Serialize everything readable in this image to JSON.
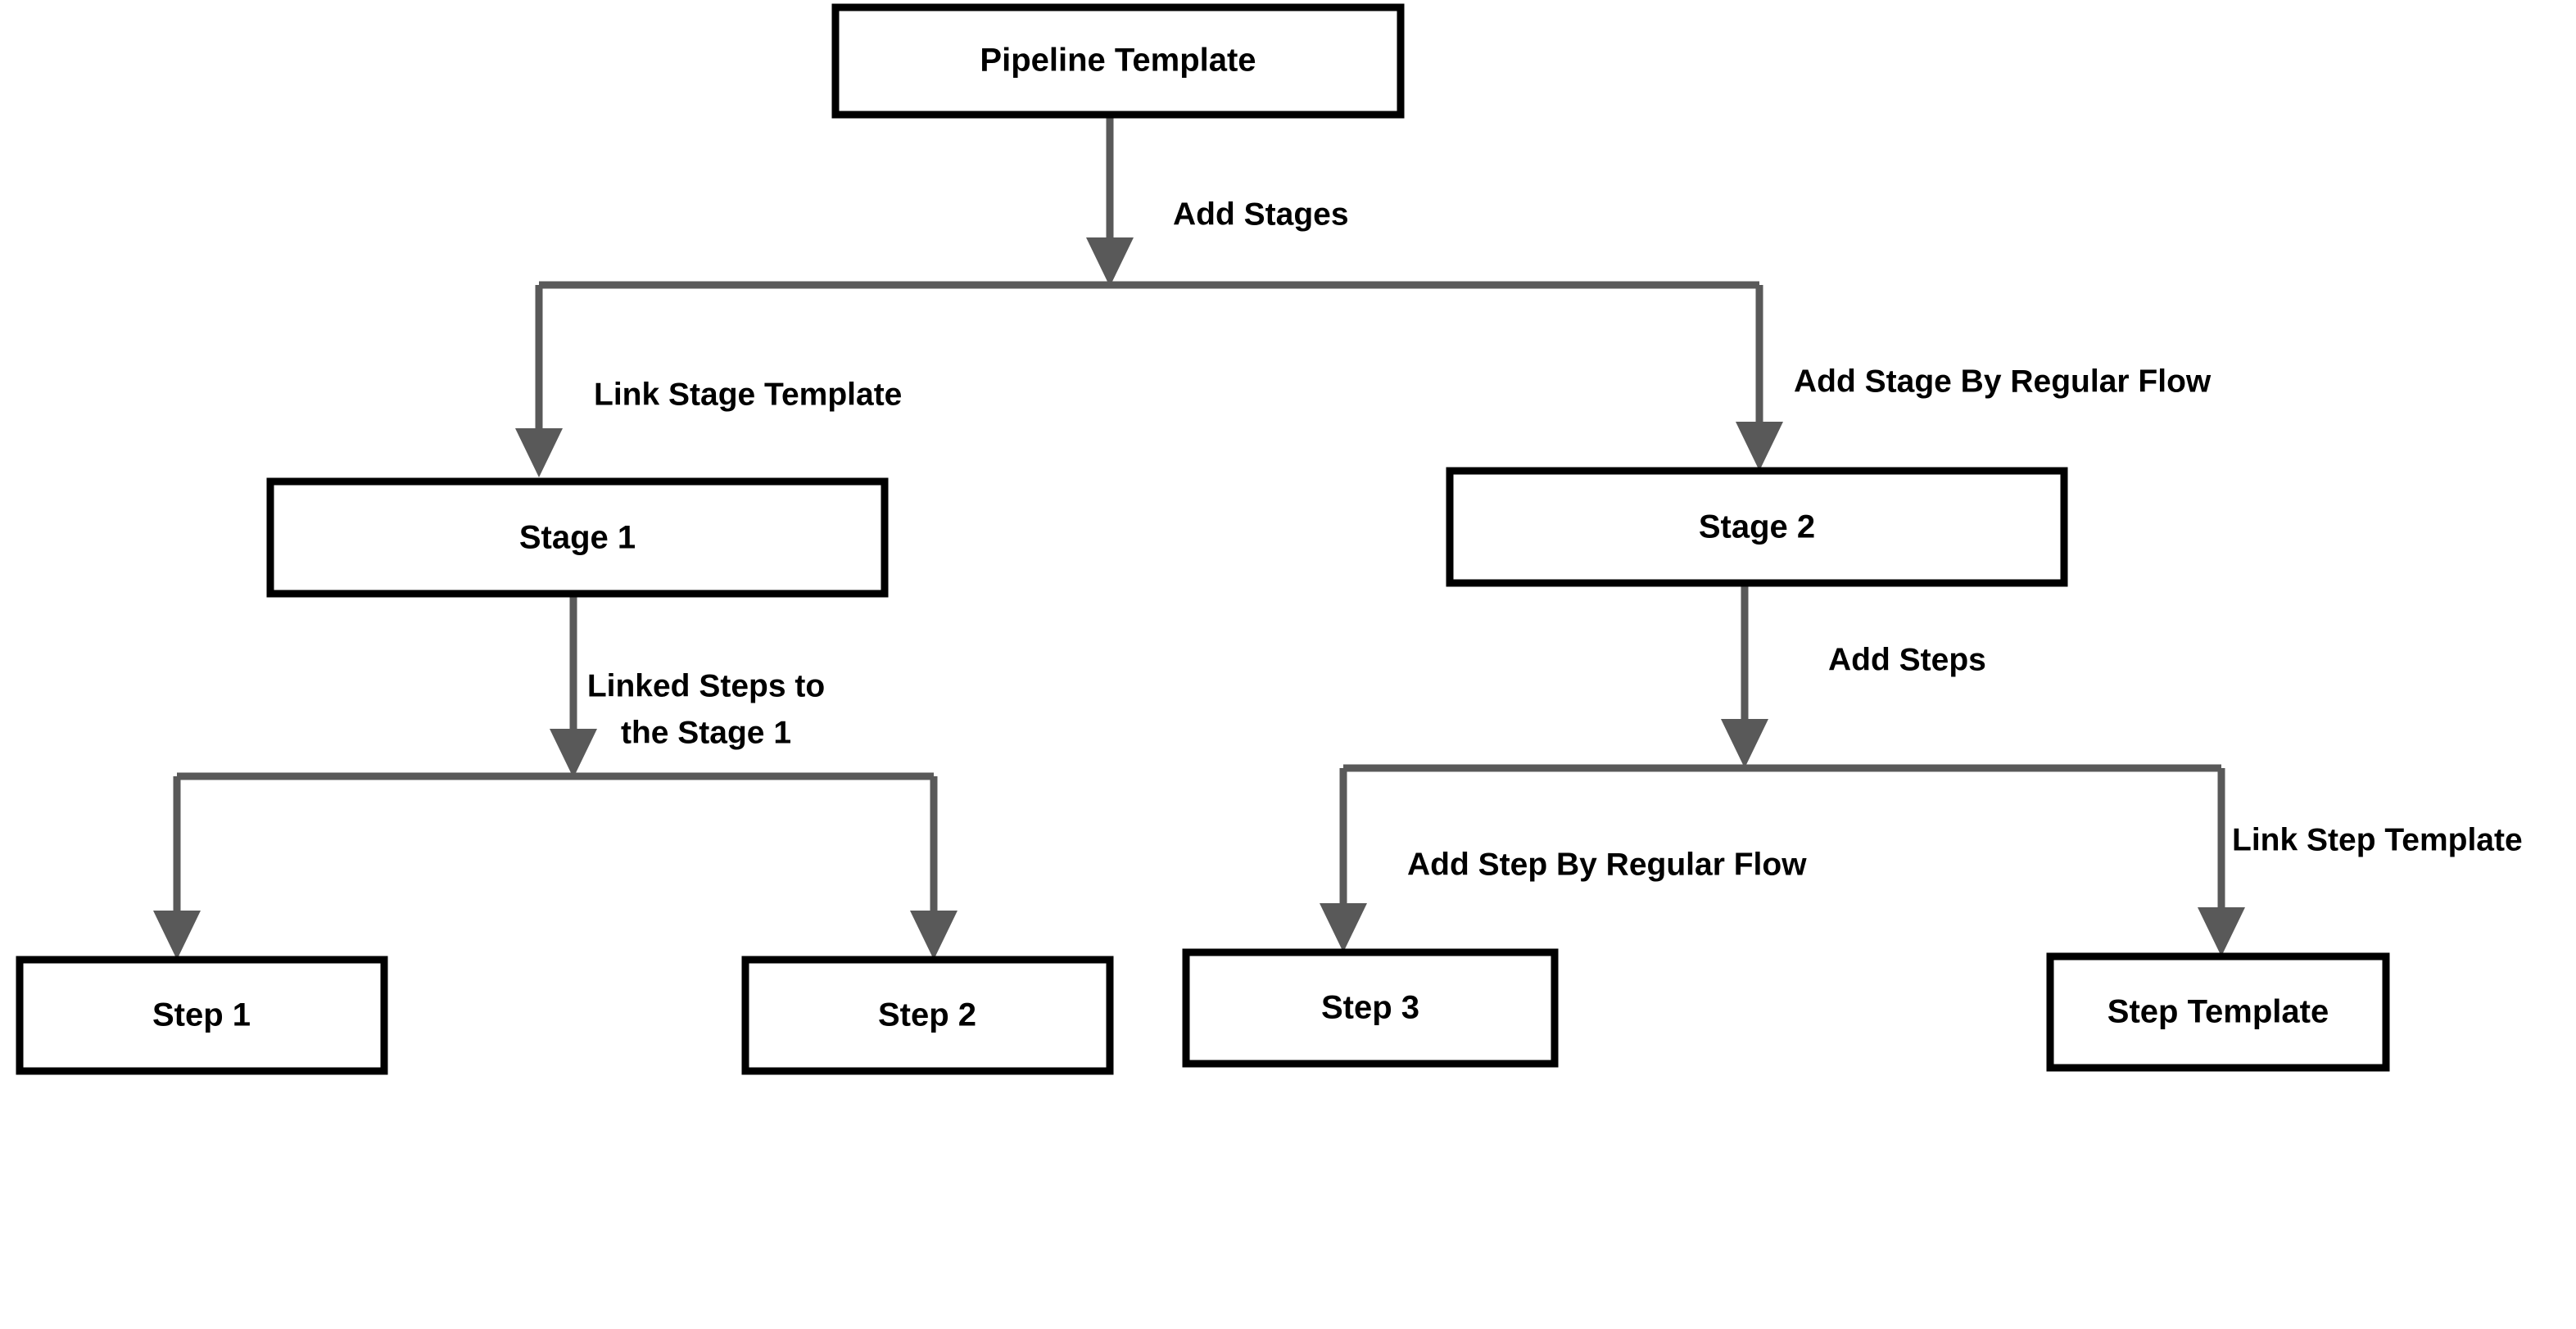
{
  "diagram": {
    "type": "flowchart-tree",
    "orientation": "top-down",
    "background_color": "#ffffff",
    "node_border_color": "#000000",
    "node_fill_color": "#ffffff",
    "edge_color": "#595959",
    "text_color": "#000000",
    "nodes": [
      {
        "id": "pipeline-template",
        "label": "Pipeline Template",
        "level": 0
      },
      {
        "id": "stage-1",
        "label": "Stage 1",
        "level": 1
      },
      {
        "id": "stage-2",
        "label": "Stage 2",
        "level": 1
      },
      {
        "id": "step-1",
        "label": "Step 1",
        "level": 2
      },
      {
        "id": "step-2",
        "label": "Step 2",
        "level": 2
      },
      {
        "id": "step-3",
        "label": "Step 3",
        "level": 2
      },
      {
        "id": "step-template",
        "label": "Step Template",
        "level": 2
      }
    ],
    "edges": [
      {
        "id": "e-add-stages",
        "from": "pipeline-template",
        "to": "stage-split",
        "label": "Add Stages"
      },
      {
        "id": "e-link-stage-template",
        "from": "stage-split",
        "to": "stage-1",
        "label": "Link Stage Template"
      },
      {
        "id": "e-add-stage-regular",
        "from": "stage-split",
        "to": "stage-2",
        "label": "Add Stage By Regular Flow"
      },
      {
        "id": "e-linked-steps",
        "from": "stage-1",
        "to": "stage-1-split",
        "label": "Linked Steps to the Stage 1",
        "label_line_1": "Linked Steps to",
        "label_line_2": "the Stage 1"
      },
      {
        "id": "e-add-steps",
        "from": "stage-2",
        "to": "stage-2-split",
        "label": "Add Steps"
      },
      {
        "id": "e-to-step-1",
        "from": "stage-1-split",
        "to": "step-1",
        "label": ""
      },
      {
        "id": "e-to-step-2",
        "from": "stage-1-split",
        "to": "step-2",
        "label": ""
      },
      {
        "id": "e-add-step-regular",
        "from": "stage-2-split",
        "to": "step-3",
        "label": "Add Step By Regular Flow"
      },
      {
        "id": "e-link-step-template",
        "from": "stage-2-split",
        "to": "step-template",
        "label": "Link Step Template"
      }
    ]
  }
}
